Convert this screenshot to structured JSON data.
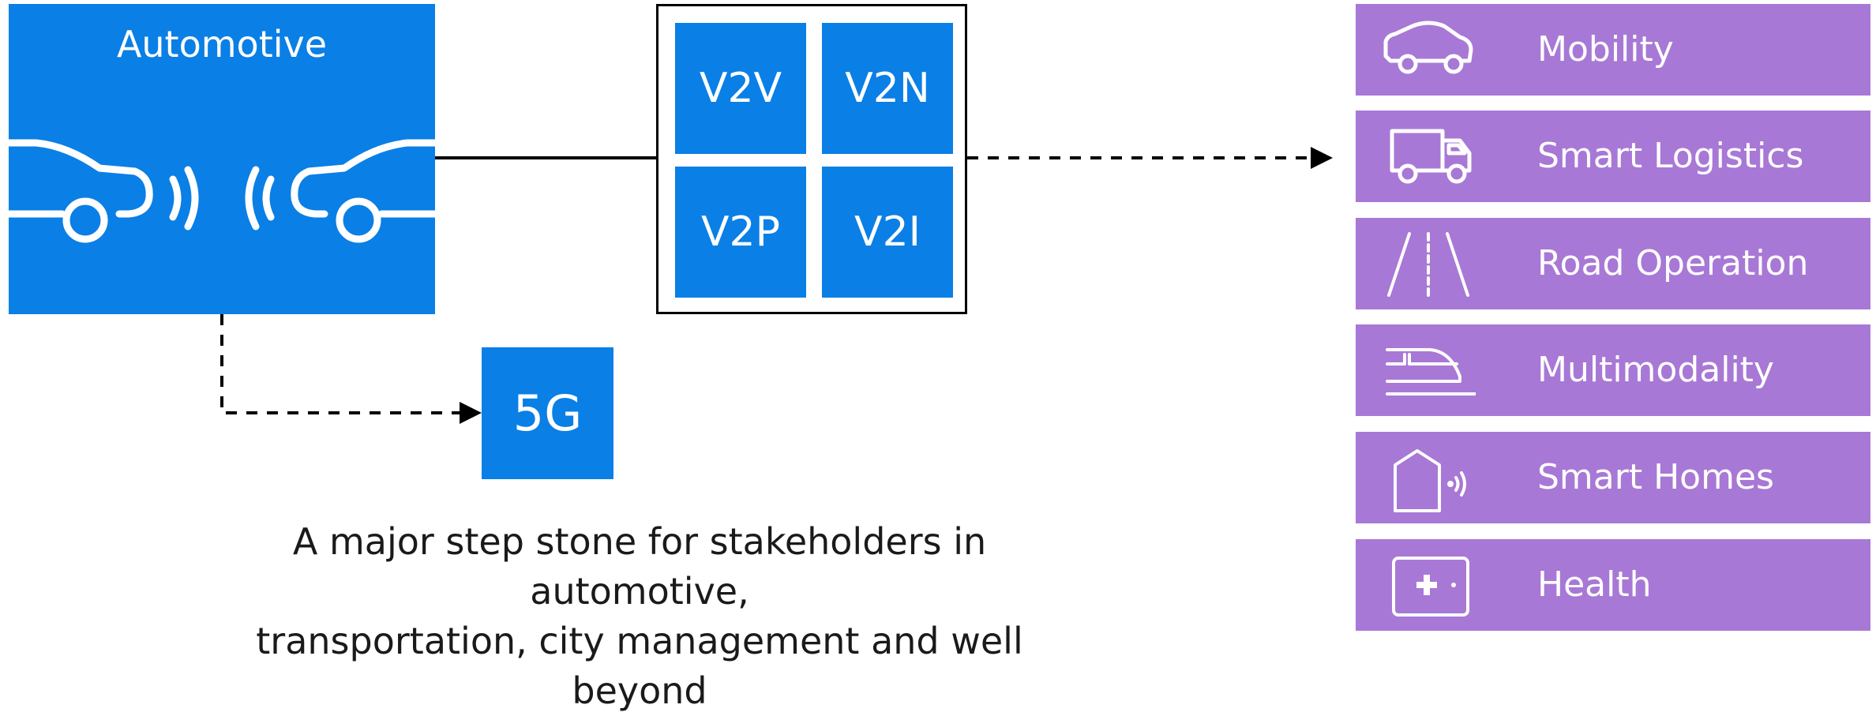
{
  "automotive": {
    "title": "Automotive"
  },
  "vx": [
    {
      "label": "V2V"
    },
    {
      "label": "V2N"
    },
    {
      "label": "V2P"
    },
    {
      "label": "V2I"
    }
  ],
  "network": {
    "label": "5G"
  },
  "caption": {
    "line1": "A major step stone for stakeholders in automotive,",
    "line2": "transportation, city management and well beyond"
  },
  "applications": [
    {
      "label": "Mobility",
      "icon": "car-icon"
    },
    {
      "label": "Smart Logistics",
      "icon": "truck-icon"
    },
    {
      "label": "Road Operation",
      "icon": "road-icon"
    },
    {
      "label": "Multimodality",
      "icon": "train-icon"
    },
    {
      "label": "Smart Homes",
      "icon": "home-icon"
    },
    {
      "label": "Health",
      "icon": "medical-kit-icon"
    }
  ],
  "colors": {
    "blue": "#0a7fe6",
    "purple": "#a878d6",
    "line": "#000000"
  }
}
